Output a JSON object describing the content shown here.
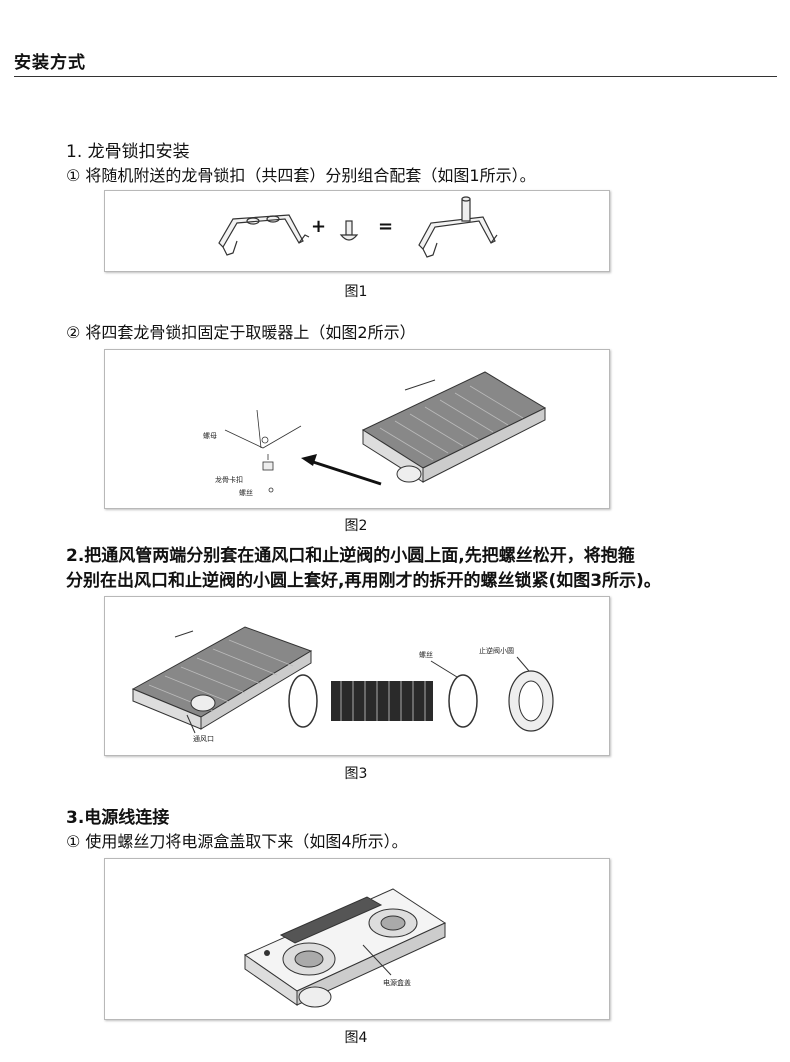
{
  "page": {
    "title": "安装方式",
    "section1": {
      "heading": "1. 龙骨锁扣安装",
      "step1": "① 将随机附送的龙骨锁扣（共四套）分别组合配套（如图1所示）。",
      "fig1_caption": "图1",
      "fig1_symbols": {
        "plus": "+",
        "equals": "="
      },
      "step2": "② 将四套龙骨锁扣固定于取暖器上（如图2所示）",
      "fig2_caption": "图2",
      "fig2_labels": {
        "nut": "螺母",
        "clip": "龙骨卡扣",
        "screw": "螺丝"
      }
    },
    "section2": {
      "heading_line1": "2.把通风管两端分别套在通风口和止逆阀的小圆上面,先把螺丝松开，将抱箍",
      "heading_line2": "分别在出风口和止逆阀的小圆上套好,再用刚才的拆开的螺丝锁紧(如图3所示)。",
      "fig3_caption": "图3",
      "fig3_labels": {
        "vent": "通风口",
        "screw": "螺丝",
        "valve": "止逆阀小圆"
      }
    },
    "section3": {
      "heading": "3.电源线连接",
      "step1": "① 使用螺丝刀将电源盒盖取下来（如图4所示）。",
      "fig4_caption": "图4",
      "fig4_labels": {
        "cover": "电源盒盖"
      }
    }
  }
}
